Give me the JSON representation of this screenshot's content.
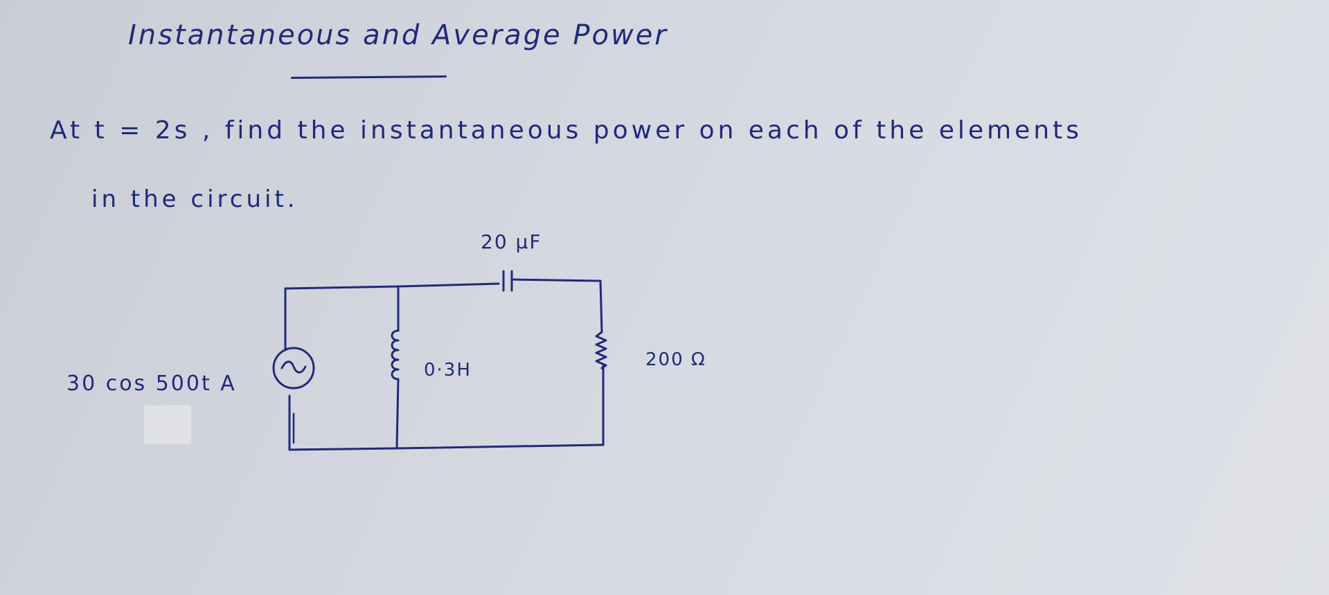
{
  "page": {
    "title": "Instantaneous and Average Power",
    "problem_line1": "At t = 2s , find the instantaneous power on each of the elements",
    "problem_line2": "in the circuit."
  },
  "circuit": {
    "capacitor_label": "20 μF",
    "inductor_label": "0·3H",
    "resistor_label": "200 Ω",
    "source_label": "30 cos 500t A"
  },
  "colors": {
    "ink": "#1f2a78",
    "paper": "#d3d6de"
  }
}
